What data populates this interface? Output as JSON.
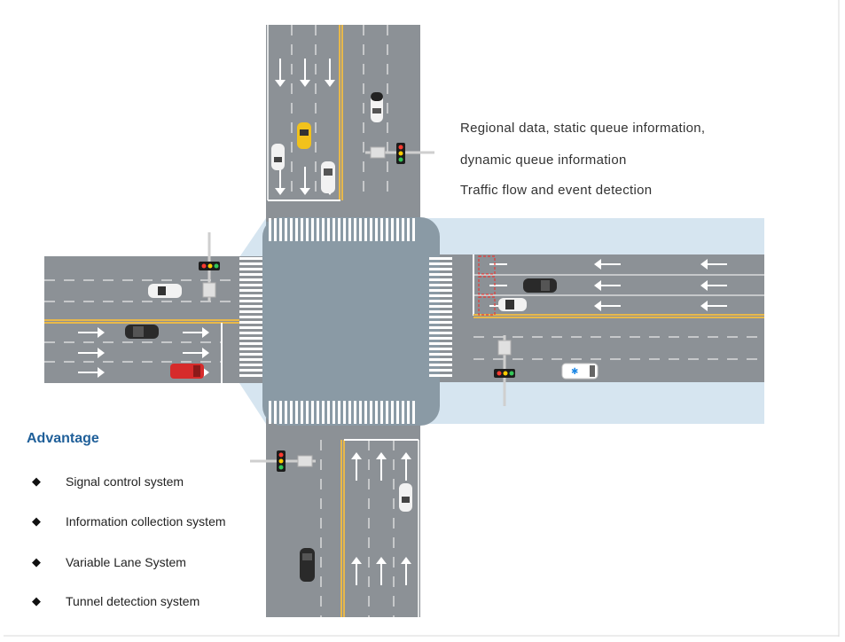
{
  "info": {
    "lines": [
      "Regional data, static queue information,",
      "dynamic queue information",
      "Traffic flow and event detection"
    ]
  },
  "advantage": {
    "title": "Advantage",
    "bullet_glyph": "◆",
    "items": [
      "Signal control system",
      "Information collection system",
      "Variable Lane System",
      "Tunnel detection system"
    ]
  },
  "colors": {
    "road": "#8c9196",
    "junction": "#8a9aa5",
    "highlight_zone": "#d6e5f0",
    "lane_line_yellow": "#e8b84a",
    "detection_box": "#e53935",
    "title_blue": "#1f5f99"
  }
}
